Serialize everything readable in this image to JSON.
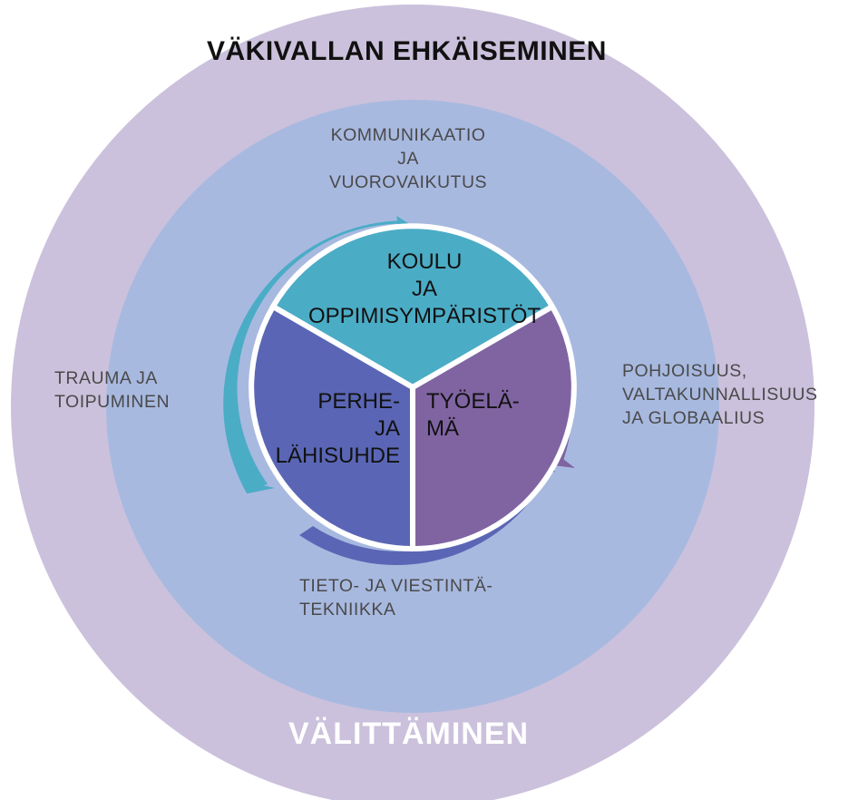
{
  "title": "VÄKIVALLAN EHKÄISEMINEN",
  "footer": "VÄLITTÄMINEN",
  "ring_labels": {
    "top": "KOMMUNIKAATIO\nJA\nVUOROVAIKUTUS",
    "left": "TRAUMA JA\nTOIPUMINEN",
    "right": "POHJOISUUS,\nVALTAKUNNALLISUUS\n JA GLOBAALIUS",
    "bottom": "TIETO- JA VIESTINTÄ-\nTEKNIIKKA"
  },
  "segments": {
    "school": "KOULU\nJA\nOPPIMISYMPÄRISTÖT",
    "work": "TYÖELÄ-\nMÄ",
    "family": "PERHE-\nJA\nLÄHISUHDE"
  },
  "colors": {
    "outer_ring": "#cbc1dc",
    "middle_ring": "#a8b9e0",
    "teal": "#4bacc6",
    "purple": "#8064a2",
    "blue": "#5a66b5"
  }
}
